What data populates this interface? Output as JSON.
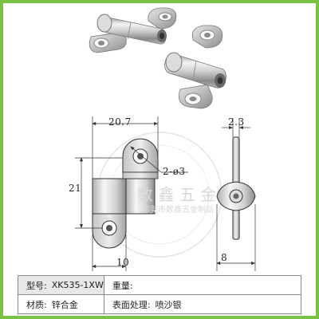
{
  "colors": {
    "frame_border": "#7bc043",
    "metal_light": "#f2f2f2",
    "metal_mid": "#c8c8c8",
    "metal_dark": "#7a7a7a",
    "line": "#333333",
    "table_border": "#888888",
    "watermark": "#d8d8d8"
  },
  "dimensions": {
    "width_top": "20.7",
    "height_left": "21",
    "hole_callout": "2-ø3",
    "bottom_width": "10",
    "thickness_top": "2.3",
    "side_width": "8"
  },
  "watermark": {
    "text": "数 鑫 五 金",
    "sub_text": "东莞市数鑫五金制品"
  },
  "spec": {
    "model_label": "型号:",
    "model_value": "XK535-1XW",
    "weight_label": "重量:",
    "weight_value": "",
    "material_label": "材质:",
    "material_value": "锌合金",
    "finish_label": "表面处理:",
    "finish_value": "喷沙银"
  }
}
